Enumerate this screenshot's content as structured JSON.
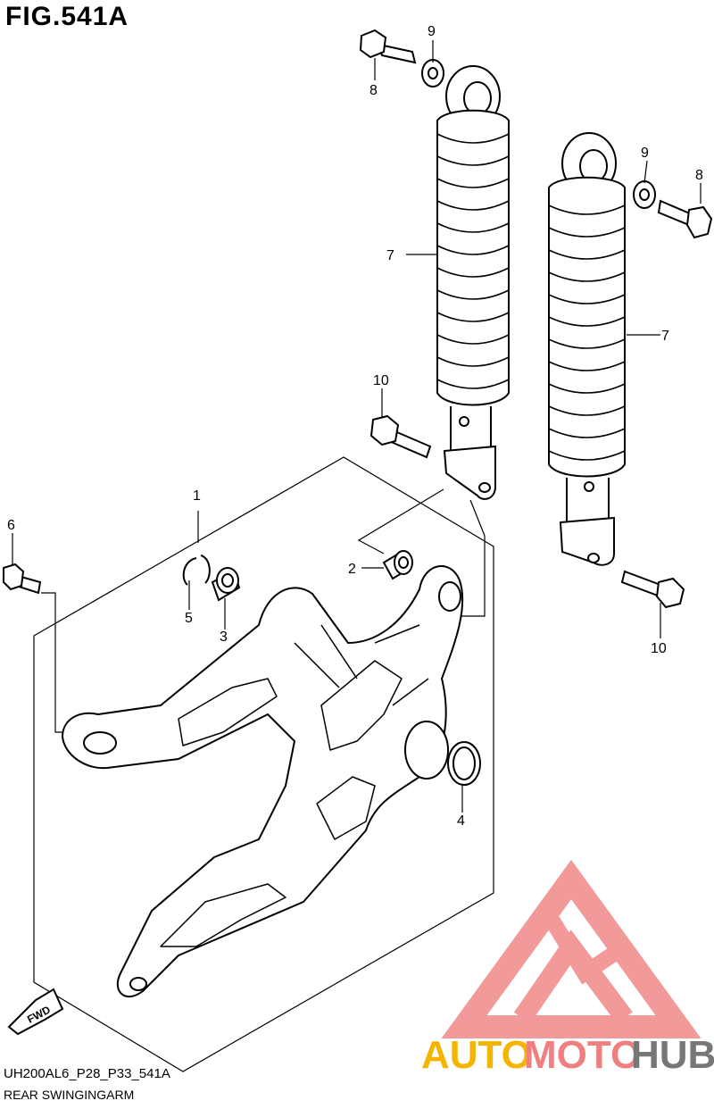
{
  "figure": {
    "title": "FIG.541A",
    "code": "UH200AL6_P28_P33_541A",
    "name": "REAR SWINGINGARM"
  },
  "callouts": [
    "1",
    "2",
    "3",
    "4",
    "5",
    "6",
    "7",
    "7",
    "8",
    "8",
    "9",
    "9",
    "10",
    "10"
  ],
  "fwd_label": "FWD",
  "watermark": {
    "part1": "AUTO",
    "part2": "MOTO",
    "part3": "HUB",
    "colors": {
      "triangle": "#f08080",
      "auto": "#f5b400",
      "moto": "#f08080",
      "hub": "#777777"
    }
  }
}
